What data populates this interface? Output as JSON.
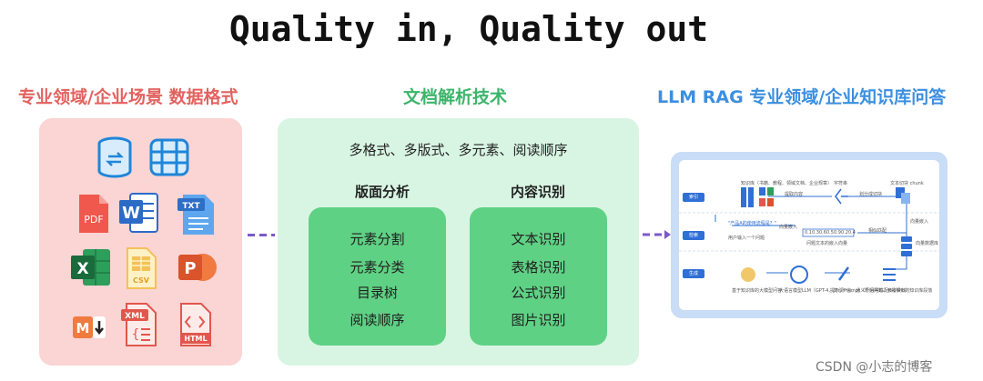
{
  "title": "Quality in, Quality out",
  "columns": {
    "left": "专业领域/企业场景 数据格式",
    "middle": "文档解析技术",
    "right": "LLM RAG 专业领域/企业知识库问答"
  },
  "file_icons": [
    {
      "icon": "database-icon",
      "label": ""
    },
    {
      "icon": "table-icon",
      "label": ""
    },
    {
      "icon": "pdf-icon",
      "label": "PDF"
    },
    {
      "icon": "word-icon",
      "label": "W"
    },
    {
      "icon": "txt-icon",
      "label": "TXT"
    },
    {
      "icon": "excel-icon",
      "label": "X"
    },
    {
      "icon": "csv-icon",
      "label": "CSV"
    },
    {
      "icon": "powerpoint-icon",
      "label": "P"
    },
    {
      "icon": "markdown-icon",
      "label": "M"
    },
    {
      "icon": "xml-icon",
      "label": "XML"
    },
    {
      "icon": "html-icon",
      "label": "HTML"
    }
  ],
  "middle": {
    "subtitle": "多格式、多版式、多元素、阅读顺序",
    "layout_analysis": {
      "heading": "版面分析",
      "items": [
        "元素分割",
        "元素分类",
        "目录树",
        "阅读顺序"
      ]
    },
    "content_recognition": {
      "heading": "内容识别",
      "items": [
        "文本识别",
        "表格识别",
        "公式识别",
        "图片识别"
      ]
    }
  },
  "rag": {
    "stages": [
      "索引",
      "检索",
      "生成"
    ],
    "labels": {
      "source_docs": "知识库（书籍、教程、领域文档、企业规章）",
      "extract": "提取内容",
      "chars": "字符串",
      "chunk_extract": "划分成切块",
      "chunks": "文本切块 chunk",
      "vectorize": "向量嵌入",
      "question": "\"产品A的使用流程是？\"",
      "user_input": "用户输入一个问题",
      "embed": "向量嵌入",
      "query_vec": "问题文本的嵌入向量",
      "match": "相似匹配",
      "vector_db": "向量数据库",
      "answer": "基于知识库的大模型问答",
      "llm": "大语言模型LLM（GPT-4、文心一言、通义千问等）",
      "prompt": "提示词Prompt（原始问题、参考资料）",
      "related": "匹配K段相似的知识库段落"
    },
    "vector_cells": [
      "0.1",
      "0.3",
      "0.6",
      "0.5",
      "0.9",
      "0.2",
      "0.4"
    ]
  },
  "watermark": "CSDN @小志的博客",
  "colors": {
    "left_panel": "#fbd4d4",
    "left_title": "#e3625f",
    "middle_panel": "#d8f5e3",
    "middle_title": "#3cb56b",
    "inner_box": "#5fd184",
    "right_panel": "#c9ddf6",
    "right_title": "#3b8fe0",
    "connector": "#7b59c9"
  }
}
